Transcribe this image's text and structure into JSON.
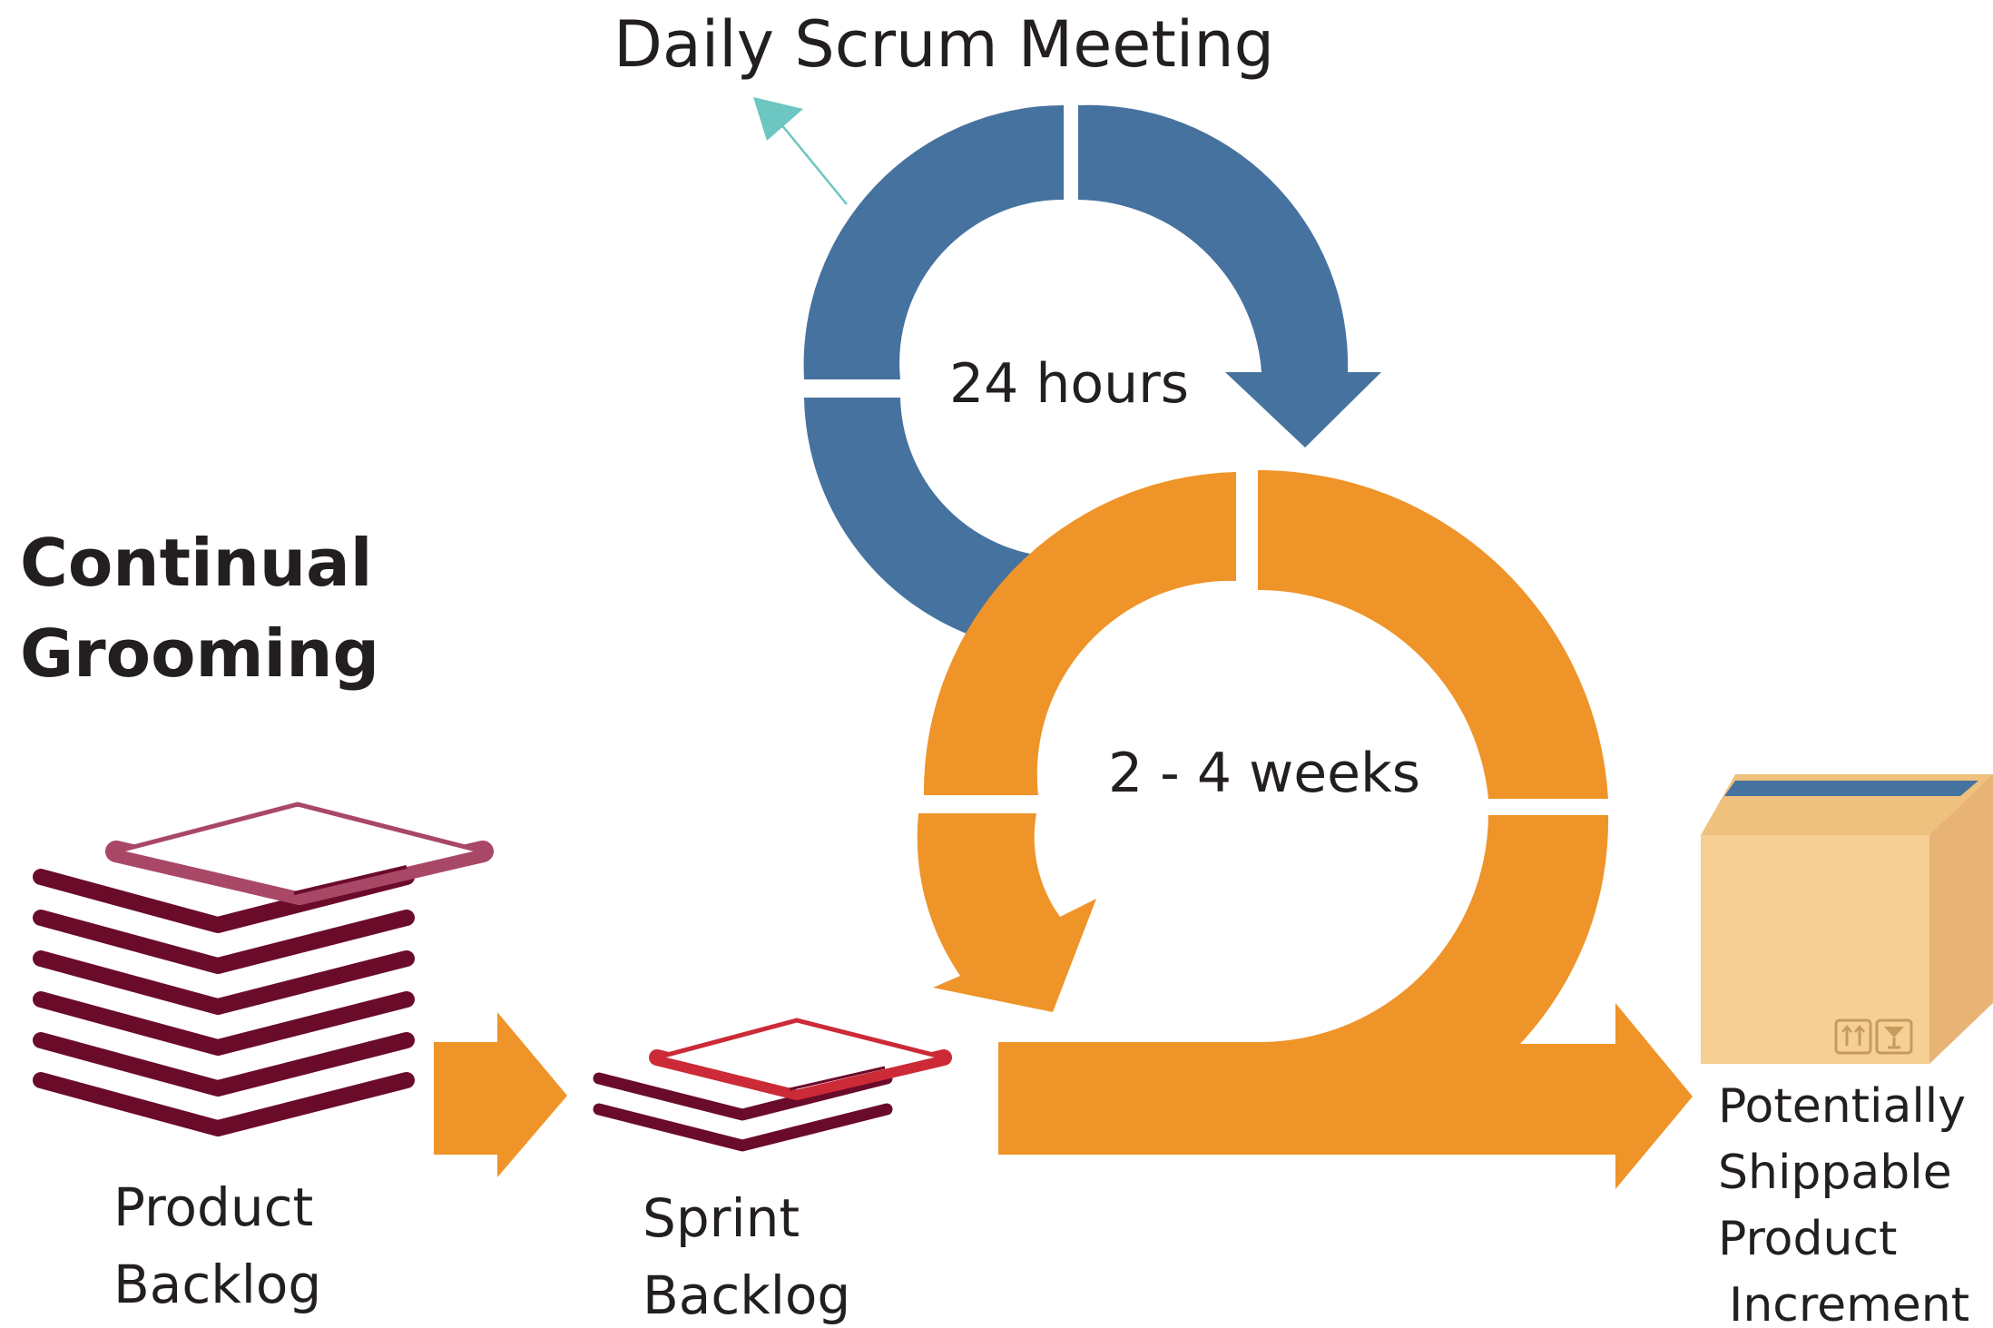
{
  "title": "Daily Scrum Meeting",
  "daily_cycle_label": "24 hours",
  "sprint_cycle_label": "2 - 4 weeks",
  "grooming_label": [
    "Continual",
    "Grooming"
  ],
  "product_backlog_label": [
    "Product",
    "Backlog"
  ],
  "sprint_backlog_label": [
    "Sprint",
    "Backlog"
  ],
  "increment_label": [
    "Potentially",
    "Shippable",
    "Product",
    "Increment"
  ],
  "icons": {
    "daily": "circular-arrow-icon",
    "sprint": "circular-arrow-icon",
    "pointer": "pointer-arrow-icon",
    "product_backlog": "book-stack-icon",
    "sprint_backlog": "book-stack-icon",
    "increment": "shipping-box-icon",
    "handling_up": "this-side-up-icon",
    "handling_fragile": "fragile-glass-icon"
  },
  "colors": {
    "blue_cycle": "#46729f",
    "orange_flow": "#ef9429",
    "teal_pointer": "#6cc6c2",
    "backlog_dark": "#6b0b2a",
    "backlog_top": "#a94766",
    "sprint_top": "#cc2a36",
    "box_front": "#f6cf94",
    "box_side": "#e8b476",
    "box_tape": "#46729f",
    "text": "#231f20"
  }
}
